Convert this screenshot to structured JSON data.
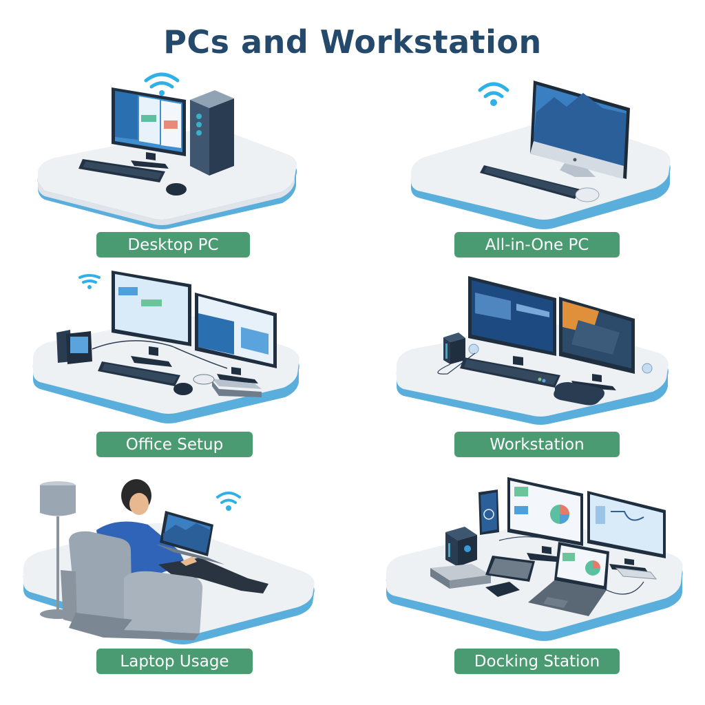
{
  "title": "PCs and Workstation",
  "colors": {
    "title": "#24496b",
    "label_bg": "#4a9a72",
    "label_text": "#ffffff",
    "platform_top": "#eef1f4",
    "platform_edge": "#5aaedc",
    "wifi": "#2fb0e6"
  },
  "panels": [
    {
      "id": "desktop-pc",
      "label": "Desktop PC",
      "items": [
        "monitor",
        "tower",
        "keyboard",
        "mouse",
        "wifi-icon"
      ]
    },
    {
      "id": "all-in-one-pc",
      "label": "All-in-One PC",
      "items": [
        "all-in-one-monitor",
        "keyboard",
        "mouse",
        "wifi-icon"
      ]
    },
    {
      "id": "office-setup",
      "label": "Office Setup",
      "items": [
        "monitor",
        "monitor",
        "desk-phone",
        "keyboard",
        "mouse",
        "docking-hub",
        "wifi-icon"
      ]
    },
    {
      "id": "workstation",
      "label": "Workstation",
      "items": [
        "monitor",
        "monitor",
        "speaker",
        "keyboard",
        "mouse-pad"
      ]
    },
    {
      "id": "laptop-usage",
      "label": "Laptop Usage",
      "items": [
        "person",
        "armchair",
        "laptop",
        "floor-lamp",
        "wifi-icon"
      ]
    },
    {
      "id": "docking-station",
      "label": "Docking Station",
      "items": [
        "monitor",
        "monitor",
        "smartphone",
        "dock",
        "tablet",
        "laptop",
        "numpad",
        "external-drive"
      ]
    }
  ]
}
